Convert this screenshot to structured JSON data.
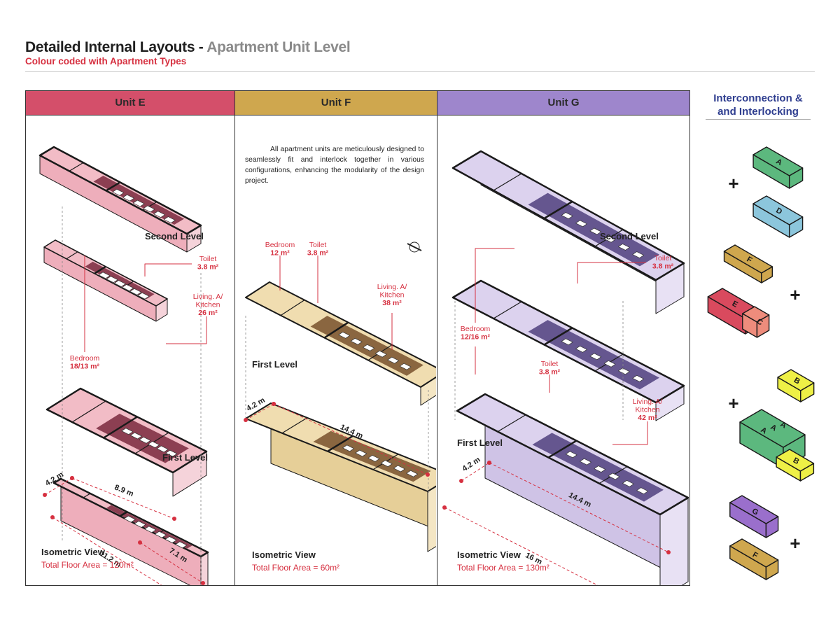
{
  "header": {
    "title_main": "Detailed Internal Layouts -",
    "title_sub_grey": "Apartment Unit Level",
    "subtitle": "Colour coded with Apartment Types"
  },
  "units": {
    "e": {
      "name": "Unit E",
      "color": "#d44f6a",
      "second_level": "Second Level",
      "first_level": "First Level",
      "toilet": [
        "Toilet",
        "3.8 m²"
      ],
      "living": [
        "Living. A/",
        "Kitchen",
        "26 m²"
      ],
      "bedroom": [
        "Bedroom",
        "18/13 m²"
      ],
      "dims": [
        "4.2 m",
        "8.9 m",
        "7.1 m",
        "11.2 m"
      ],
      "iso_view": "Isometric View",
      "area": "Total Floor Area = 120m²"
    },
    "f": {
      "name": "Unit F",
      "color": "#cfa74e",
      "description": "All apartment units are meticulously designed to seamlessly fit and interlock together in various configurations, enhancing the modularity of the design project.",
      "bedroom": [
        "Bedroom",
        "12 m²"
      ],
      "toilet": [
        "Toilet",
        "3.8 m²"
      ],
      "living": [
        "Living. A/",
        "Kitchen",
        "38 m²"
      ],
      "first_level": "First Level",
      "dims": [
        "4.2 m",
        "14.4 m"
      ],
      "iso_view": "Isometric View",
      "area": "Total Floor Area = 60m²"
    },
    "g": {
      "name": "Unit G",
      "color": "#9e86cc",
      "second_level": "Second Level",
      "first_level": "First Level",
      "toilet_top": [
        "Toilet",
        "3.8 m²"
      ],
      "bedroom": [
        "Bedroom",
        "12/16 m²"
      ],
      "toilet": [
        "Toilet",
        "3.8 m²"
      ],
      "living": [
        "Living. A/",
        "Kitchen",
        "42 m²"
      ],
      "dims": [
        "4.2 m",
        "14.4 m",
        "16 m"
      ],
      "iso_view": "Isometric View",
      "area": "Total Floor Area = 130m²"
    }
  },
  "side": {
    "title_line1": "Interconnection &",
    "title_line2": "and Interlocking",
    "blocks": [
      "A",
      "D",
      "F",
      "E",
      "C",
      "B",
      "A",
      "A",
      "A",
      "B",
      "G",
      "F"
    ],
    "plus": "+"
  },
  "colors": {
    "accent_red": "#d63040",
    "e_fill": "#f2bcc6",
    "e_floor": "#8c3f52",
    "f_fill": "#f0ddb0",
    "f_floor": "#8a6640",
    "g_fill": "#dcd2ee",
    "g_floor": "#65568f",
    "block_green": "#5cb87e",
    "block_blue": "#8cc6dc",
    "block_gold": "#cfa74e",
    "block_red": "#d94a5e",
    "block_salmon": "#ee8c7c",
    "block_yellow": "#eef046",
    "block_purple": "#9a6fcc"
  }
}
